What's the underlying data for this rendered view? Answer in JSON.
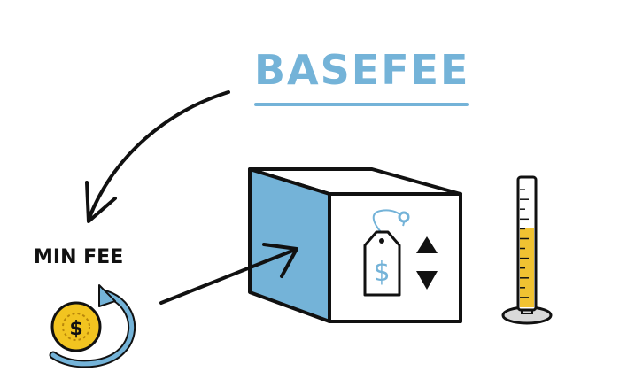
{
  "title": "BASEFEE",
  "min_fee_label": "MIN FEE",
  "currency_symbol": "$",
  "colors": {
    "accent_blue": "#74b3d8",
    "gold": "#f2c420",
    "ink": "#111111",
    "fluid": "#f0c232"
  },
  "icons": [
    "curved-arrow-icon",
    "cube-icon",
    "price-tag-icon",
    "up-down-triangle-icon",
    "coin-refresh-icon",
    "graduated-cylinder-icon",
    "straight-arrow-icon"
  ],
  "cylinder_fill_level": 0.62
}
